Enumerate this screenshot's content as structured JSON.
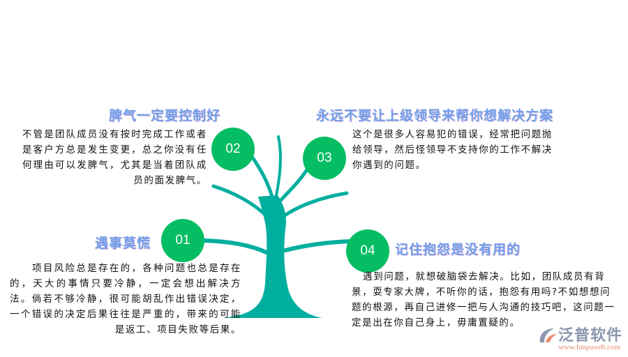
{
  "colors": {
    "circle": "#05bd63",
    "tree": "#00ae9f",
    "title": "#6f9ee8"
  },
  "items": [
    {
      "number": "01",
      "title": "遇事莫慌",
      "text": "项目风险总是存在的，各种问题也总是存在的，天大的事情只要冷静，一定会想出解决方法。倘若不够冷静，很可能胡乱作出错误决定，一个错误的决定后果往往是严重的，带来的可能是返工、项目失败等后果。"
    },
    {
      "number": "02",
      "title": "脾气一定要控制好",
      "text": "不管是团队成员没有按时完成工作或者是客户方总是发生变更，总之你没有任何理由可以发脾气，尤其是当着团队成员的面发脾气。"
    },
    {
      "number": "03",
      "title": "永远不要让上级领导来帮你想解决方案",
      "text": "这个是很多人容易犯的错误，经常把问题抛给领导，然后怪领导不支持你的工作不解决你遇到的问题。"
    },
    {
      "number": "04",
      "title": "记住抱怨是没有用的",
      "text": "遇到问题，就想破脑袋去解决。比如，团队成员有背景，耍专家大牌，不听你的话，抱怨有用吗?不如想想问题的根源，再自己进修一把与人沟通的技巧吧，这问题一定是出在你自己身上，毋庸置疑的。"
    }
  ],
  "logo": {
    "name": "泛普软件",
    "url": "www.fanpusoft.com"
  }
}
